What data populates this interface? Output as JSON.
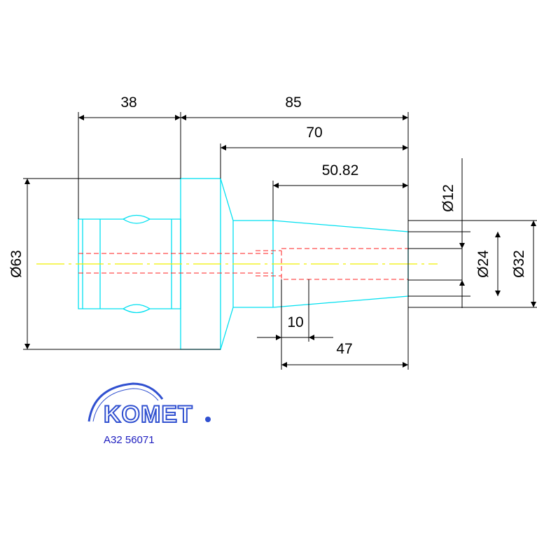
{
  "dimensions": {
    "d38": "38",
    "d85": "85",
    "d70": "70",
    "d5082": "50.82",
    "d10": "10",
    "d47": "47",
    "dia63": "Ø63",
    "dia12": "Ø12",
    "dia24": "Ø24",
    "dia32": "Ø32"
  },
  "logo": {
    "brand": "KOMET",
    "part_number": "A32 56071"
  },
  "colors": {
    "outline": "#00e0f0",
    "hidden_lines": "#ff2020",
    "centerline": "#f0f000",
    "dimensions": "#000000",
    "logo": "#3050d0"
  }
}
